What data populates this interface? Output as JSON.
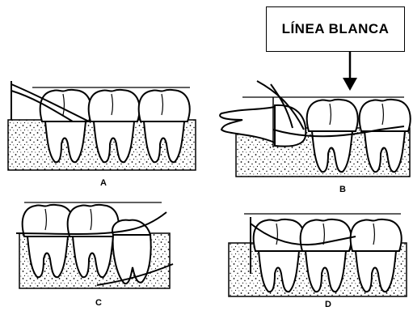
{
  "callout": {
    "text": "LÍNEA BLANCA"
  },
  "panels": [
    {
      "label": "A"
    },
    {
      "label": "B"
    },
    {
      "label": "C"
    },
    {
      "label": "D"
    }
  ],
  "colors": {
    "ink": "#000000",
    "tooth": "#ffffff",
    "bone_dots": "#000000"
  }
}
